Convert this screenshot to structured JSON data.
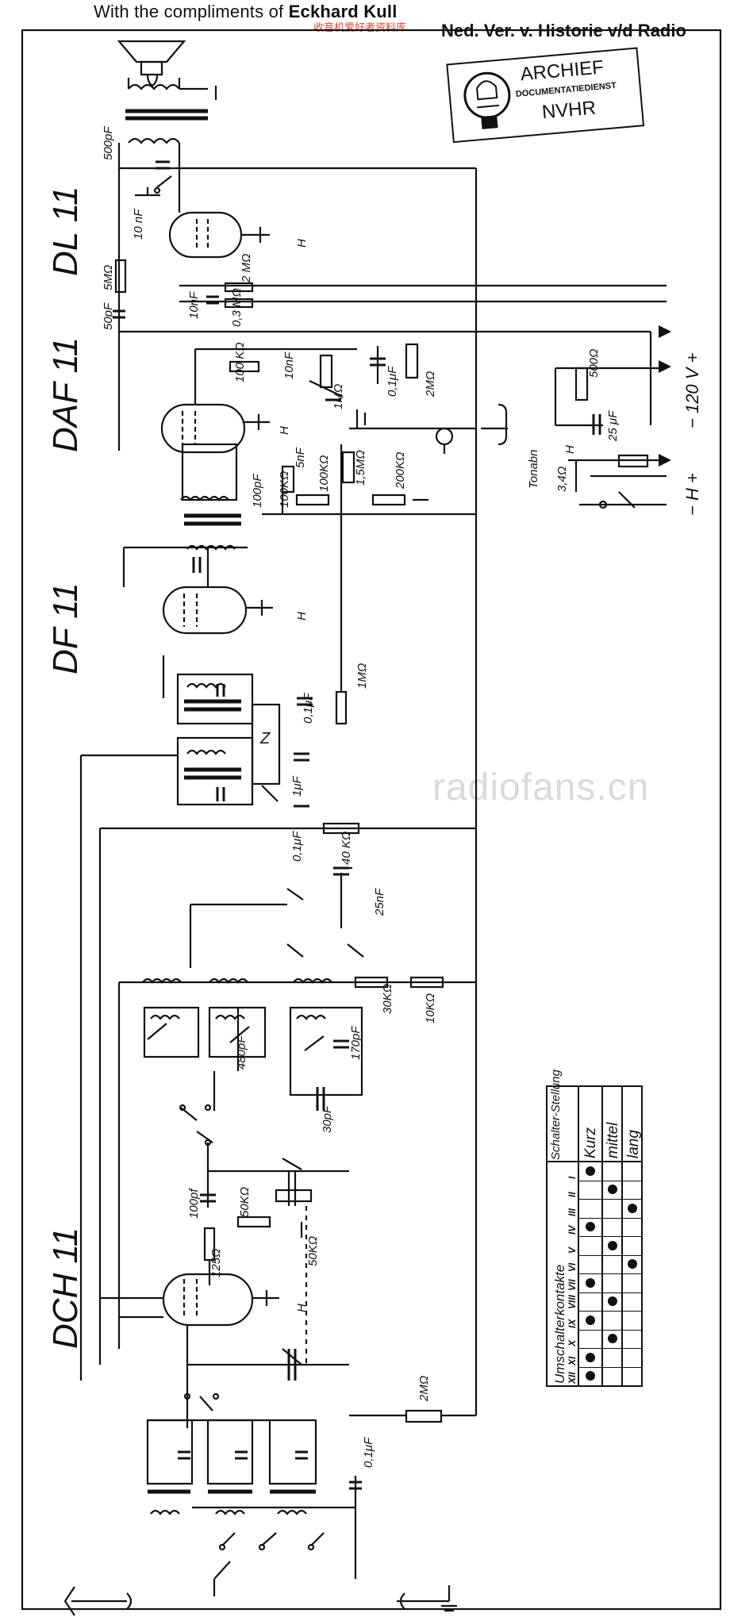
{
  "header": {
    "compliments": "With the compliments of",
    "name": "Eckhard Kull",
    "chinese": "收音机爱好者资料库",
    "society": "Ned. Ver. v. Historie v/d Radio"
  },
  "stamp": {
    "line1": "ARCHIEF",
    "line2": "DOCUMENTATIEDIENST",
    "line3": "NVHR"
  },
  "watermark": "radiofans.cn",
  "tubes": [
    "DL 11",
    "DAF 11",
    "DF 11",
    "DCH 11"
  ],
  "labels": {
    "c500pf": "500pF",
    "r5m": "5MΩ",
    "c50pf": "50pF",
    "c10nf_a": "10 nF",
    "r2m_a": "2 MΩ",
    "c10nf_b": "10nF",
    "r03m": "0,3 MΩ",
    "r100k_a": "100 KΩ",
    "c10nf_c": "10nF",
    "r1m_a": "1MΩ",
    "c01uf_a": "0,1μF",
    "r2m_b": "2MΩ",
    "c5nf": "5nF",
    "c100pf_a": "100pF",
    "r100k_b": "100KΩ",
    "r100k_c": "100KΩ",
    "r15m": "1,5MΩ",
    "r200k": "200KΩ",
    "tonabn": "Tonabn",
    "r500": "500Ω",
    "c25uf": "25 μF",
    "r34": "3,4Ω",
    "v120": "− 120 V +",
    "hplus": "− H +",
    "r1m_b": "1MΩ",
    "c01uf_b": "0,1μF",
    "c1uf": "1μF",
    "z": "Z",
    "c01uf_c": "0,1μF",
    "r40k": "40 KΩ",
    "c25nf": "25nF",
    "r30k": "30KΩ",
    "r10k": "10KΩ",
    "c170pf": "170pF",
    "c480pf": "480pF",
    "c30pf": "30pF",
    "c100pf_b": "100pf",
    "r50k_a": "50KΩ",
    "r50k_b": "50KΩ",
    "r125": "125Ω",
    "r2m_c": "2MΩ",
    "c01uf_d": "0,1μF",
    "h_dl": "H",
    "h_daf": "H",
    "h_df": "H",
    "h_dch": "H",
    "h_sw": "H"
  },
  "switch_table": {
    "col_header": "Schalter-Stellung",
    "contacts_header": "Umschalterkontakte",
    "rows": [
      "Kurz",
      "mittel",
      "lang"
    ],
    "contacts": [
      "I",
      "II",
      "III",
      "IV",
      "V",
      "VI",
      "VII",
      "VIII",
      "IX",
      "X",
      "XI",
      "XII"
    ],
    "matrix": [
      [
        1,
        0,
        0,
        1,
        0,
        0,
        1,
        0,
        1,
        0,
        1,
        1
      ],
      [
        0,
        1,
        0,
        0,
        1,
        0,
        0,
        1,
        0,
        1,
        0,
        0
      ],
      [
        0,
        0,
        1,
        0,
        0,
        1,
        0,
        0,
        0,
        0,
        0,
        0
      ]
    ]
  },
  "colors": {
    "ink": "#111111",
    "paper": "#ffffff",
    "accent": "#d43333"
  }
}
